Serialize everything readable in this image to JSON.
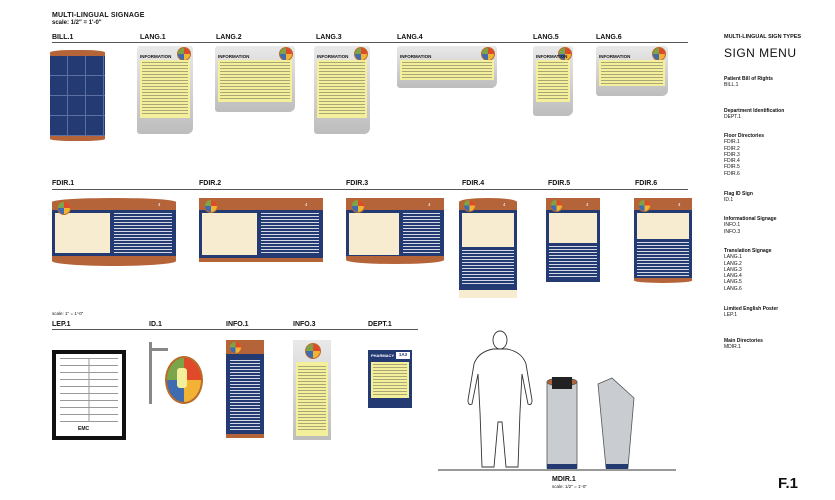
{
  "header": {
    "title": "MULTI-LINGUAL SIGNAGE",
    "scale": "scale: 1/2\" = 1'-0\""
  },
  "row1_labels": [
    "BILL.1",
    "LANG.1",
    "LANG.2",
    "LANG.3",
    "LANG.4",
    "LANG.5",
    "LANG.6"
  ],
  "row2_labels": [
    "FDIR.1",
    "FDIR.2",
    "FDIR.3",
    "FDIR.4",
    "FDIR.5",
    "FDIR.6"
  ],
  "row3_scale": "scale: 1\" = 1'-0\"",
  "row3_labels": [
    "LEP.1",
    "ID.1",
    "INFO.1",
    "INFO.3",
    "DEPT.1"
  ],
  "mdir": {
    "label": "MDIR.1",
    "scale": "scale: 1/2\" = 1'-0\""
  },
  "menu": {
    "caption": "MULTI-LINGUAL SIGN TYPES",
    "heading": "SIGN MENU",
    "groups": [
      {
        "title": "Patient Bill of Rights",
        "items": [
          "BILL.1"
        ]
      },
      {
        "title": "Department Identification",
        "items": [
          "DEPT.1"
        ]
      },
      {
        "title": "Floor Directories",
        "items": [
          "FDIR.1",
          "FDIR.2",
          "FDIR.3",
          "FDIR.4",
          "FDIR.5",
          "FDIR.6"
        ]
      },
      {
        "title": "Flag ID Sign",
        "items": [
          "ID.1"
        ]
      },
      {
        "title": "Informational Signage",
        "items": [
          "INFO.1",
          "INFO.3"
        ]
      },
      {
        "title": "Translation Signage",
        "items": [
          "LANG.1",
          "LANG.2",
          "LANG.3",
          "LANG.4",
          "LANG.5",
          "LANG.6"
        ]
      },
      {
        "title": "Limited English Poster",
        "items": [
          "LEP.1"
        ]
      },
      {
        "title": "Main Directories",
        "items": [
          "MDIR.1"
        ]
      }
    ]
  },
  "sign_text": {
    "lang_header": "INFORMATION",
    "dept_header": "PHARMACY",
    "dept_number": "1A3",
    "flag_number": "4",
    "lep_logo": "EMC"
  },
  "figure_number": "F.1",
  "colors": {
    "navy": "#243a73",
    "copper": "#b5643a",
    "cream": "#f7eccf",
    "yellow": "#f4ef9a"
  }
}
